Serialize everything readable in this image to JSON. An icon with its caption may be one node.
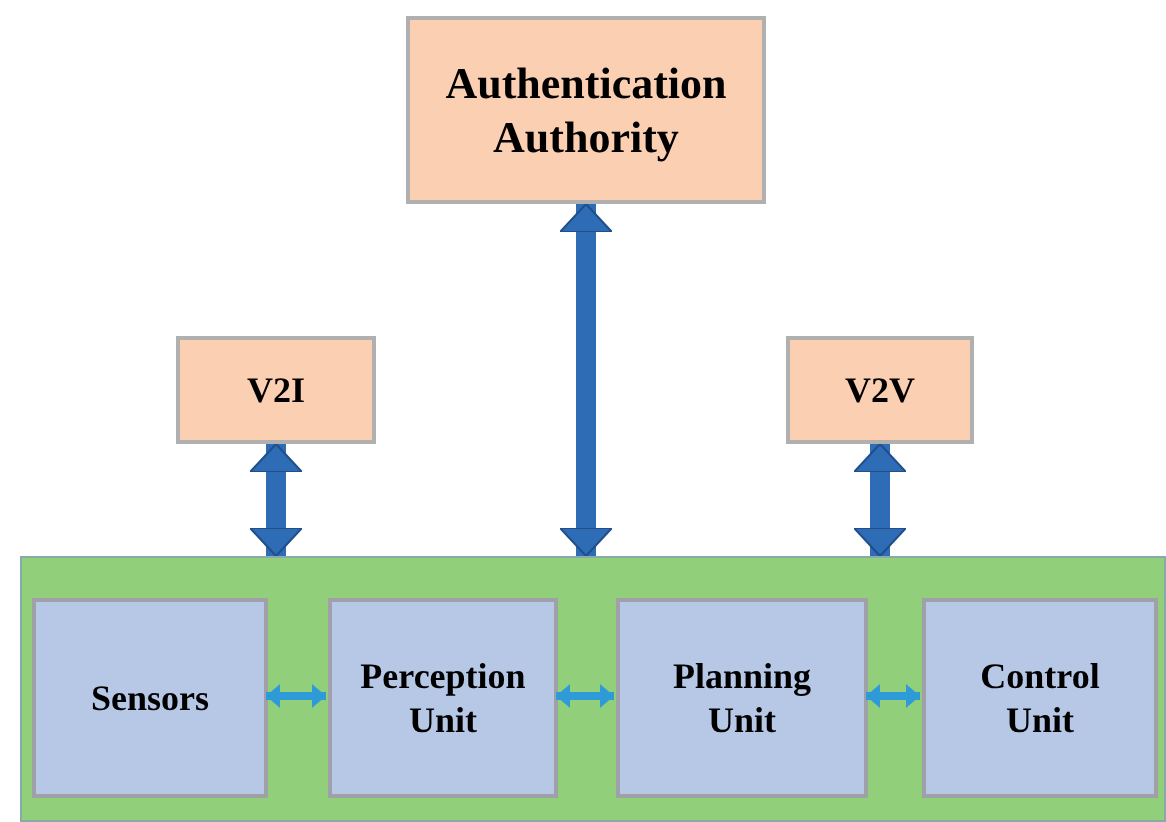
{
  "diagram": {
    "nodes": [
      {
        "text": [
          "Authentication Authority"
        ]
      },
      {
        "text": [
          "V2I"
        ]
      },
      {
        "text": [
          "V2V"
        ]
      },
      {
        "text": [],
        "shape": "box"
      },
      {
        "text": [
          "Sensors"
        ],
        "in": 3
      },
      {
        "text": [
          "Perception Unit"
        ],
        "in": 3
      },
      {
        "text": [
          "Planning Unit"
        ],
        "in": 3
      },
      {
        "text": [
          "Control Unit"
        ],
        "in": 3
      }
    ],
    "edges": [
      {
        "from": 0,
        "to": 3,
        "arrow": "both",
        "style": "thick"
      },
      {
        "from": 1,
        "to": 3,
        "arrow": "both",
        "style": "thick"
      },
      {
        "from": 2,
        "to": 3,
        "arrow": "both",
        "style": "thick"
      },
      {
        "from": 4,
        "to": 5,
        "arrow": "both",
        "color": "#2f9ad8"
      },
      {
        "from": 5,
        "to": 6,
        "arrow": "both",
        "color": "#2f9ad8"
      },
      {
        "from": 6,
        "to": 7,
        "arrow": "both",
        "color": "#2f9ad8"
      }
    ]
  }
}
